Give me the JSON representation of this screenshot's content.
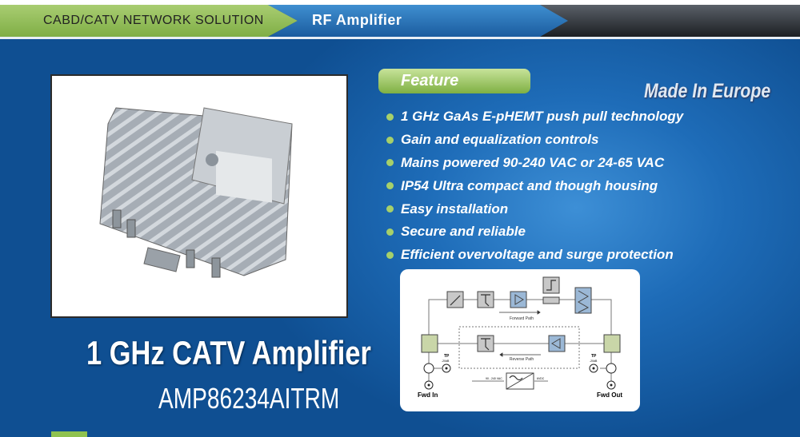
{
  "header": {
    "section": "CABD/CATV NETWORK  SOLUTION",
    "title": "RF Amplifier"
  },
  "feature_heading": "Feature",
  "made_in": "Made In Europe",
  "features": [
    "1 GHz GaAs E-pHEMT push pull technology",
    "Gain and equalization controls",
    "Mains powered 90-240 VAC or 24-65 VAC",
    "IP54 Ultra compact and though housing",
    "Easy installation",
    "Secure and reliable",
    "Efficient overvoltage and surge protection"
  ],
  "product": {
    "title": "1 GHz CATV Amplifier",
    "model": "AMP86234AITRM"
  },
  "diagram": {
    "forward_path": "Forward Path",
    "reverse_path": "Reverse Path",
    "tp_left": "TP",
    "tp_left_level": "-20dB",
    "tp_right": "TP",
    "tp_right_level": "-20dB",
    "fwd_in": "Fwd In",
    "fwd_out": "Fwd Out",
    "psu_in": "90 - 240 VAC",
    "psu_out": "6VDC"
  },
  "colors": {
    "accent_green": "#8fc24f",
    "brand_blue": "#1e6cb8"
  }
}
